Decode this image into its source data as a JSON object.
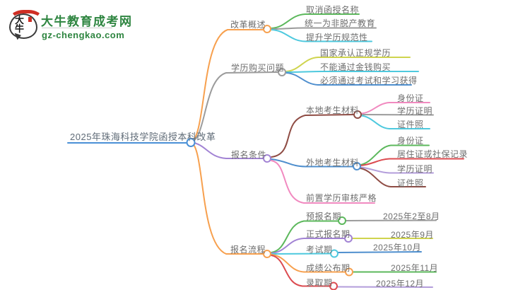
{
  "logo": {
    "icon_text": "大牛",
    "title": "大牛教育成考网",
    "url": "gz-chengkao.com"
  },
  "palette": {
    "blue": "#4a90d6",
    "orange": "#f7a04e",
    "gray": "#9b9b9b",
    "purple": "#a283d4",
    "light_purple": "#b39ddb",
    "steel_blue": "#4f8fce",
    "brown": "#8f4c44",
    "pink": "#f18ac0",
    "green": "#5cb85c",
    "cyan": "#4ec9de",
    "yellow_green": "#cfd44e",
    "red": "#dc4b50",
    "logo_green": "#2e8540",
    "text_gray": "#6e6e6e",
    "seal_red": "#cf2e24"
  },
  "mindmap": {
    "root": {
      "label": "2025年珠海科技学院函授本科改革"
    },
    "branches": [
      {
        "label": "改革概述",
        "children": [
          {
            "label": "取消函授名称"
          },
          {
            "label": "统一为非脱产教育"
          },
          {
            "label": "提升学历规范性"
          }
        ]
      },
      {
        "label": "学历购买问题",
        "children": [
          {
            "label": "国家承认正规学历"
          },
          {
            "label": "不能通过金钱购买"
          },
          {
            "label": "必须通过考试和学习获得"
          }
        ]
      },
      {
        "label": "报名条件",
        "children": [
          {
            "label": "本地考生材料",
            "children": [
              {
                "label": "身份证"
              },
              {
                "label": "学历证明"
              },
              {
                "label": "证件照"
              }
            ]
          },
          {
            "label": "外地考生材料",
            "children": [
              {
                "label": "身份证"
              },
              {
                "label": "居住证或社保记录"
              },
              {
                "label": "学历证明"
              },
              {
                "label": "证件照"
              }
            ]
          },
          {
            "label": "前置学历审核严格"
          }
        ]
      },
      {
        "label": "报名流程",
        "children": [
          {
            "label": "预报名期",
            "value": "2025年2至8月"
          },
          {
            "label": "正式报名期",
            "value": "2025年9月"
          },
          {
            "label": "考试期",
            "value": "2025年10月"
          },
          {
            "label": "成绩公布期",
            "value": "2025年11月"
          },
          {
            "label": "录取期",
            "value": "2025年12月"
          }
        ]
      }
    ]
  }
}
